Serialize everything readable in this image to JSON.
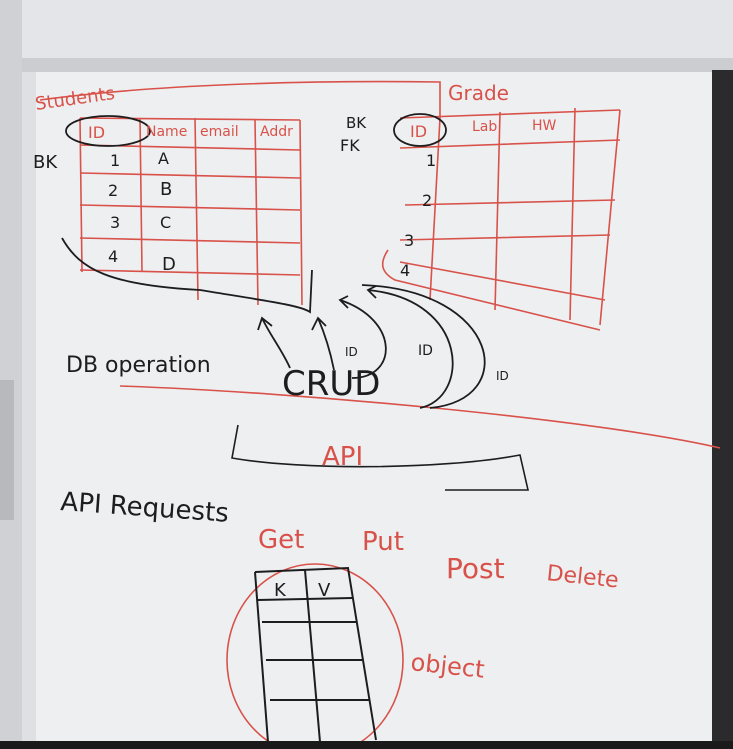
{
  "students_table": {
    "title": "Students",
    "key_label": "BK",
    "headers": [
      "ID",
      "Name",
      "email",
      "Addr"
    ],
    "ids": [
      "1",
      "2",
      "3",
      "4"
    ],
    "names": [
      "A",
      "B",
      "C",
      "D"
    ]
  },
  "grade_table": {
    "title": "Grade",
    "key_labels": [
      "BK",
      "FK"
    ],
    "headers": [
      "ID",
      "Lab",
      "HW"
    ],
    "ids": [
      "1",
      "2",
      "3",
      "4"
    ]
  },
  "db_operation": "DB operation",
  "crud": "CRUD",
  "arrow_labels": [
    "ID",
    "ID",
    "ID"
  ],
  "api": "API",
  "api_requests_label": "API Requests",
  "http_methods": [
    "Get",
    "Put",
    "Post",
    "Delete"
  ],
  "kv_table_headers": [
    "K",
    "V"
  ],
  "object_label": "object",
  "colors": {
    "red_marker": "#d8524a",
    "black_marker": "#1d1d1f",
    "board": "#eeeff1"
  }
}
